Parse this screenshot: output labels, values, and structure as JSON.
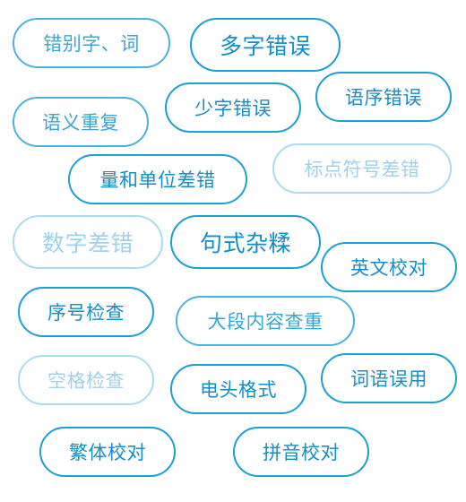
{
  "tags": [
    {
      "label": "错别字、词",
      "tone": "b"
    },
    {
      "label": "多字错误",
      "tone": "a"
    },
    {
      "label": "语序错误",
      "tone": "a"
    },
    {
      "label": "少字错误",
      "tone": "a"
    },
    {
      "label": "语义重复",
      "tone": "b"
    },
    {
      "label": "量和单位差错",
      "tone": "a"
    },
    {
      "label": "标点符号差错",
      "tone": "c"
    },
    {
      "label": "数字差错",
      "tone": "c"
    },
    {
      "label": "句式杂糅",
      "tone": "a"
    },
    {
      "label": "英文校对",
      "tone": "a"
    },
    {
      "label": "序号检查",
      "tone": "a"
    },
    {
      "label": "大段内容查重",
      "tone": "b"
    },
    {
      "label": "空格检查",
      "tone": "c"
    },
    {
      "label": "电头格式",
      "tone": "a"
    },
    {
      "label": "词语误用",
      "tone": "a"
    },
    {
      "label": "繁体校对",
      "tone": "a"
    },
    {
      "label": "拼音校对",
      "tone": "a"
    }
  ],
  "colors": {
    "tone_a": "#1aa0d3",
    "tone_b": "#4ab4de",
    "tone_c": "#a9dcef"
  }
}
